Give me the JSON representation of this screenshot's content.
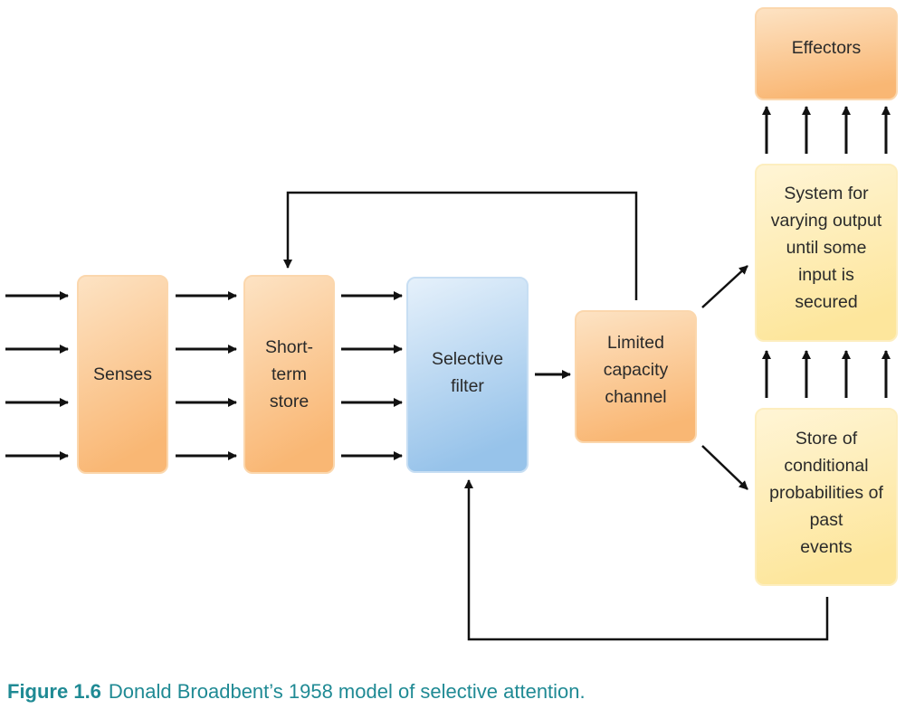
{
  "boxes": {
    "senses": {
      "lines": [
        "Senses"
      ]
    },
    "short_term_store": {
      "lines": [
        "Short-",
        "term",
        "store"
      ]
    },
    "selective_filter": {
      "lines": [
        "Selective",
        "filter"
      ]
    },
    "limited_capacity_channel": {
      "lines": [
        "Limited",
        "capacity",
        "channel"
      ]
    },
    "effectors": {
      "lines": [
        "Effectors"
      ]
    },
    "system_varying_output": {
      "lines": [
        "System for",
        "varying output",
        "until some",
        "input is",
        "secured"
      ]
    },
    "store_conditional_probabilities": {
      "lines": [
        "Store of",
        "conditional",
        "probabilities of",
        "past",
        "events"
      ]
    }
  },
  "caption": {
    "figure_number": "Figure 1.6",
    "text": "Donald Broadbent’s 1958 model of selective attention."
  },
  "colors": {
    "orange_top": "#fde3c4",
    "orange_bottom": "#f9b774",
    "blue_top": "#e6f1fb",
    "blue_bottom": "#97c3ea",
    "yellow_top": "#fff5d6",
    "yellow_bottom": "#fde69c",
    "arrow": "#111111",
    "caption": "#1f8a94"
  }
}
